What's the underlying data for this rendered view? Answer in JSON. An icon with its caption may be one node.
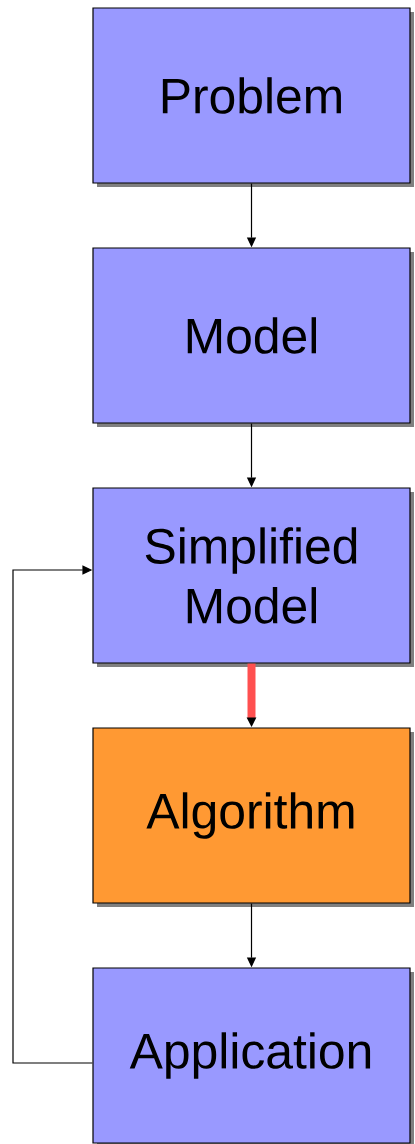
{
  "diagram": {
    "nodes": [
      {
        "text": [
          "Problem"
        ]
      },
      {
        "text": [
          "Model"
        ]
      },
      {
        "text": [
          "Simplified Model"
        ]
      },
      {
        "text": [
          "Algorithm"
        ]
      },
      {
        "text": [
          "Application"
        ]
      }
    ],
    "edges": [
      {
        "from": 0,
        "to": 1,
        "arrow": "to"
      },
      {
        "from": 1,
        "to": 2,
        "arrow": "to"
      },
      {
        "from": 2,
        "to": 3,
        "arrow": "to",
        "style": "thick",
        "color": "#ff5050"
      },
      {
        "from": 3,
        "to": 4,
        "arrow": "to"
      },
      {
        "from": 4,
        "to": 2,
        "arrow": "to"
      }
    ]
  }
}
